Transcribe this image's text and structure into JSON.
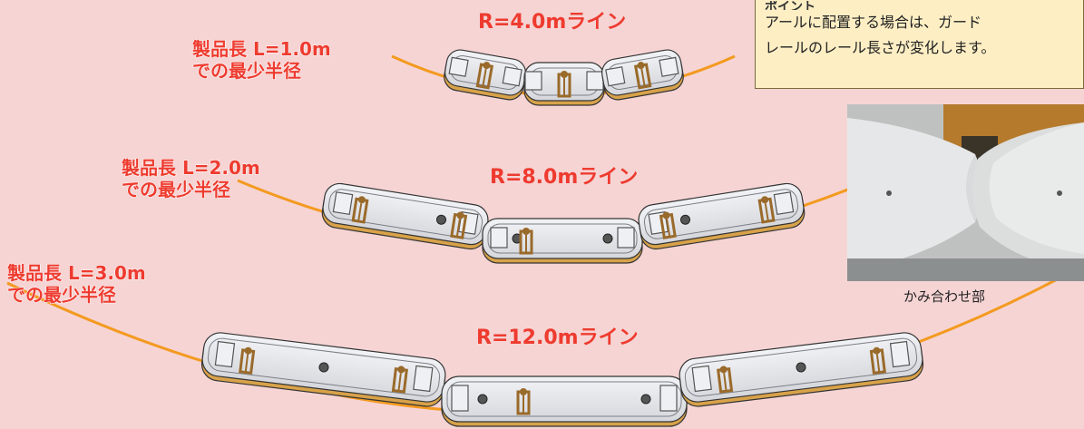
{
  "lines": [
    {
      "label": "R=4.0mライン",
      "product_label": [
        "製品長 L=1.0m",
        "での最少半径"
      ]
    },
    {
      "label": "R=8.0mライン",
      "product_label": [
        "製品長 L=2.0m",
        "での最少半径"
      ]
    },
    {
      "label": "R=12.0mライン",
      "product_label": [
        "製品長 L=3.0m",
        "での最少半径"
      ]
    }
  ],
  "note": {
    "heading": "ポイント",
    "text_line1": "アールに配置する場合は、ガード",
    "text_line2": "レールのレール長さが変化します。"
  },
  "photo": {
    "caption": "かみ合わせ部"
  },
  "colors": {
    "background": "#f6d4d4",
    "curve": "#f39a1f",
    "label_red": "#ee3b2f",
    "block_fill": "#e4e5e9",
    "bracket": "#9a6a2a",
    "note_bg": "#fdeec4"
  }
}
